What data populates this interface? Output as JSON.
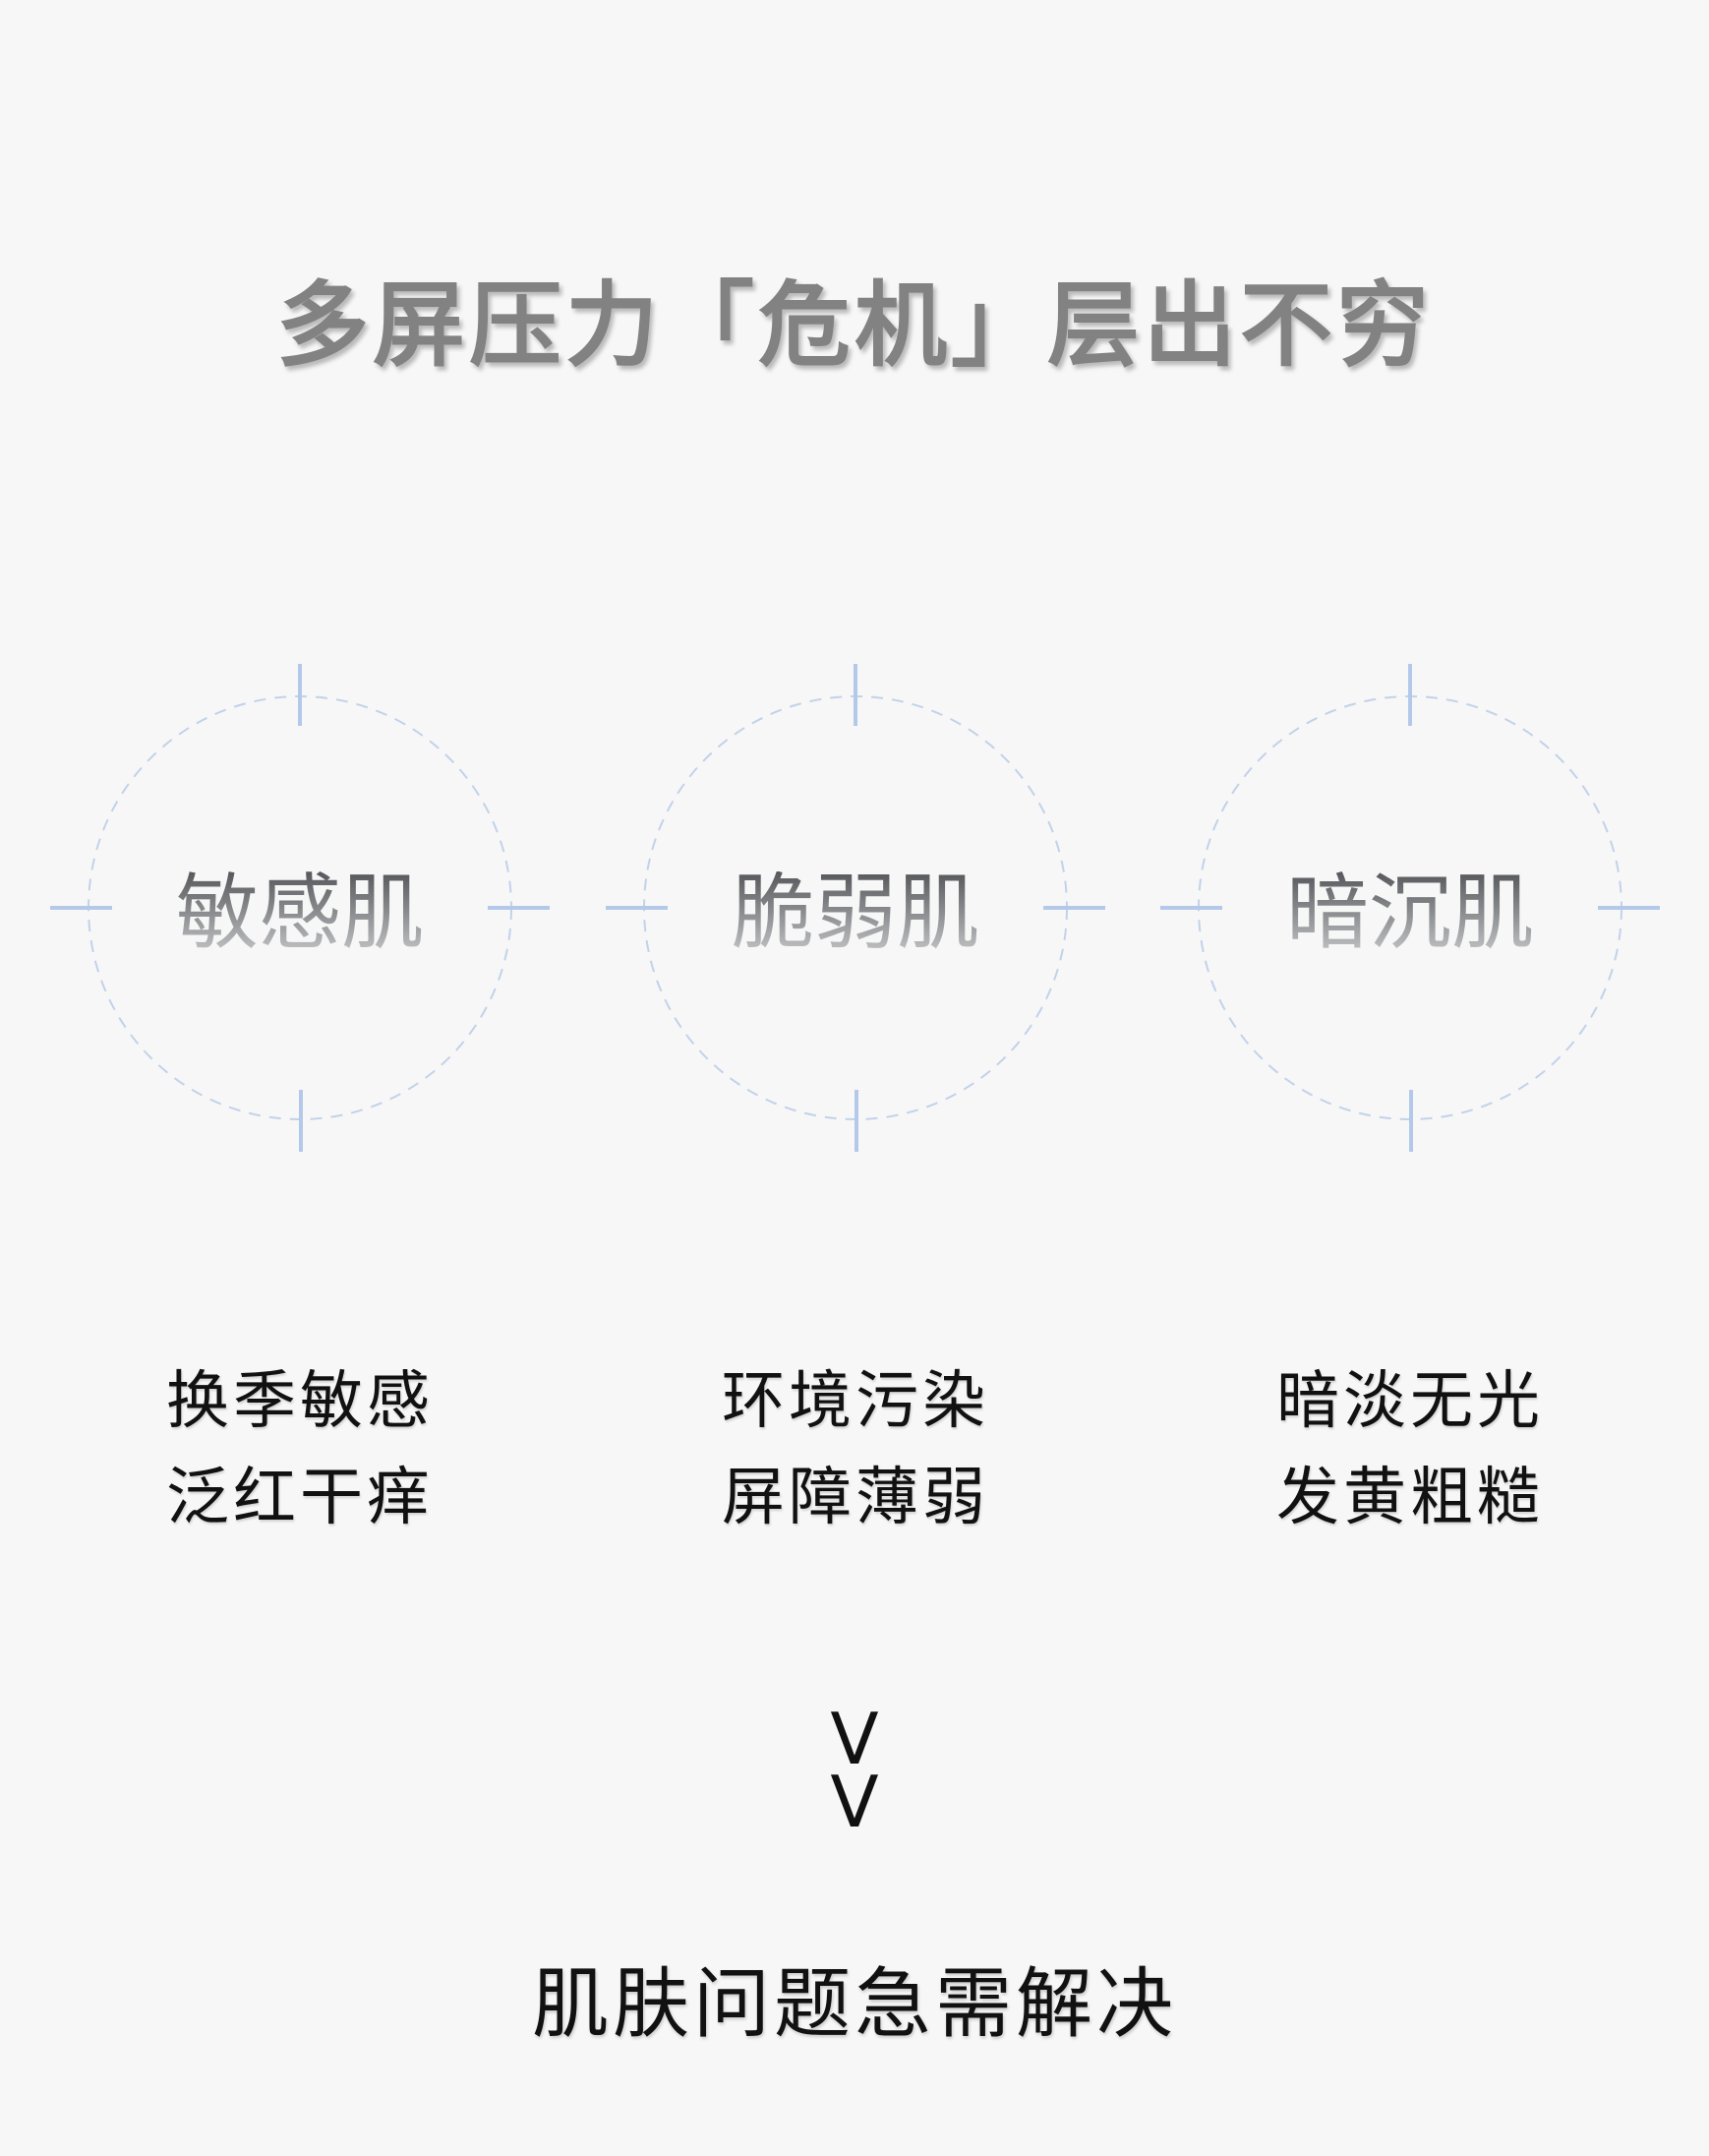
{
  "title": "多屏压力「危机」层出不穷",
  "skin_types": [
    {
      "name": "敏感肌",
      "lines": [
        "换季敏感",
        "泛红干痒"
      ]
    },
    {
      "name": "脆弱肌",
      "lines": [
        "环境污染",
        "屏障薄弱"
      ]
    },
    {
      "name": "暗沉肌",
      "lines": [
        "暗淡无光",
        "发黄粗糙"
      ]
    }
  ],
  "arrow_glyph": "V",
  "conclusion": "肌肤问题急需解决",
  "colors": {
    "background": "#f7f7f7",
    "title": "#828282",
    "ring": "#b8cbe8"
  }
}
